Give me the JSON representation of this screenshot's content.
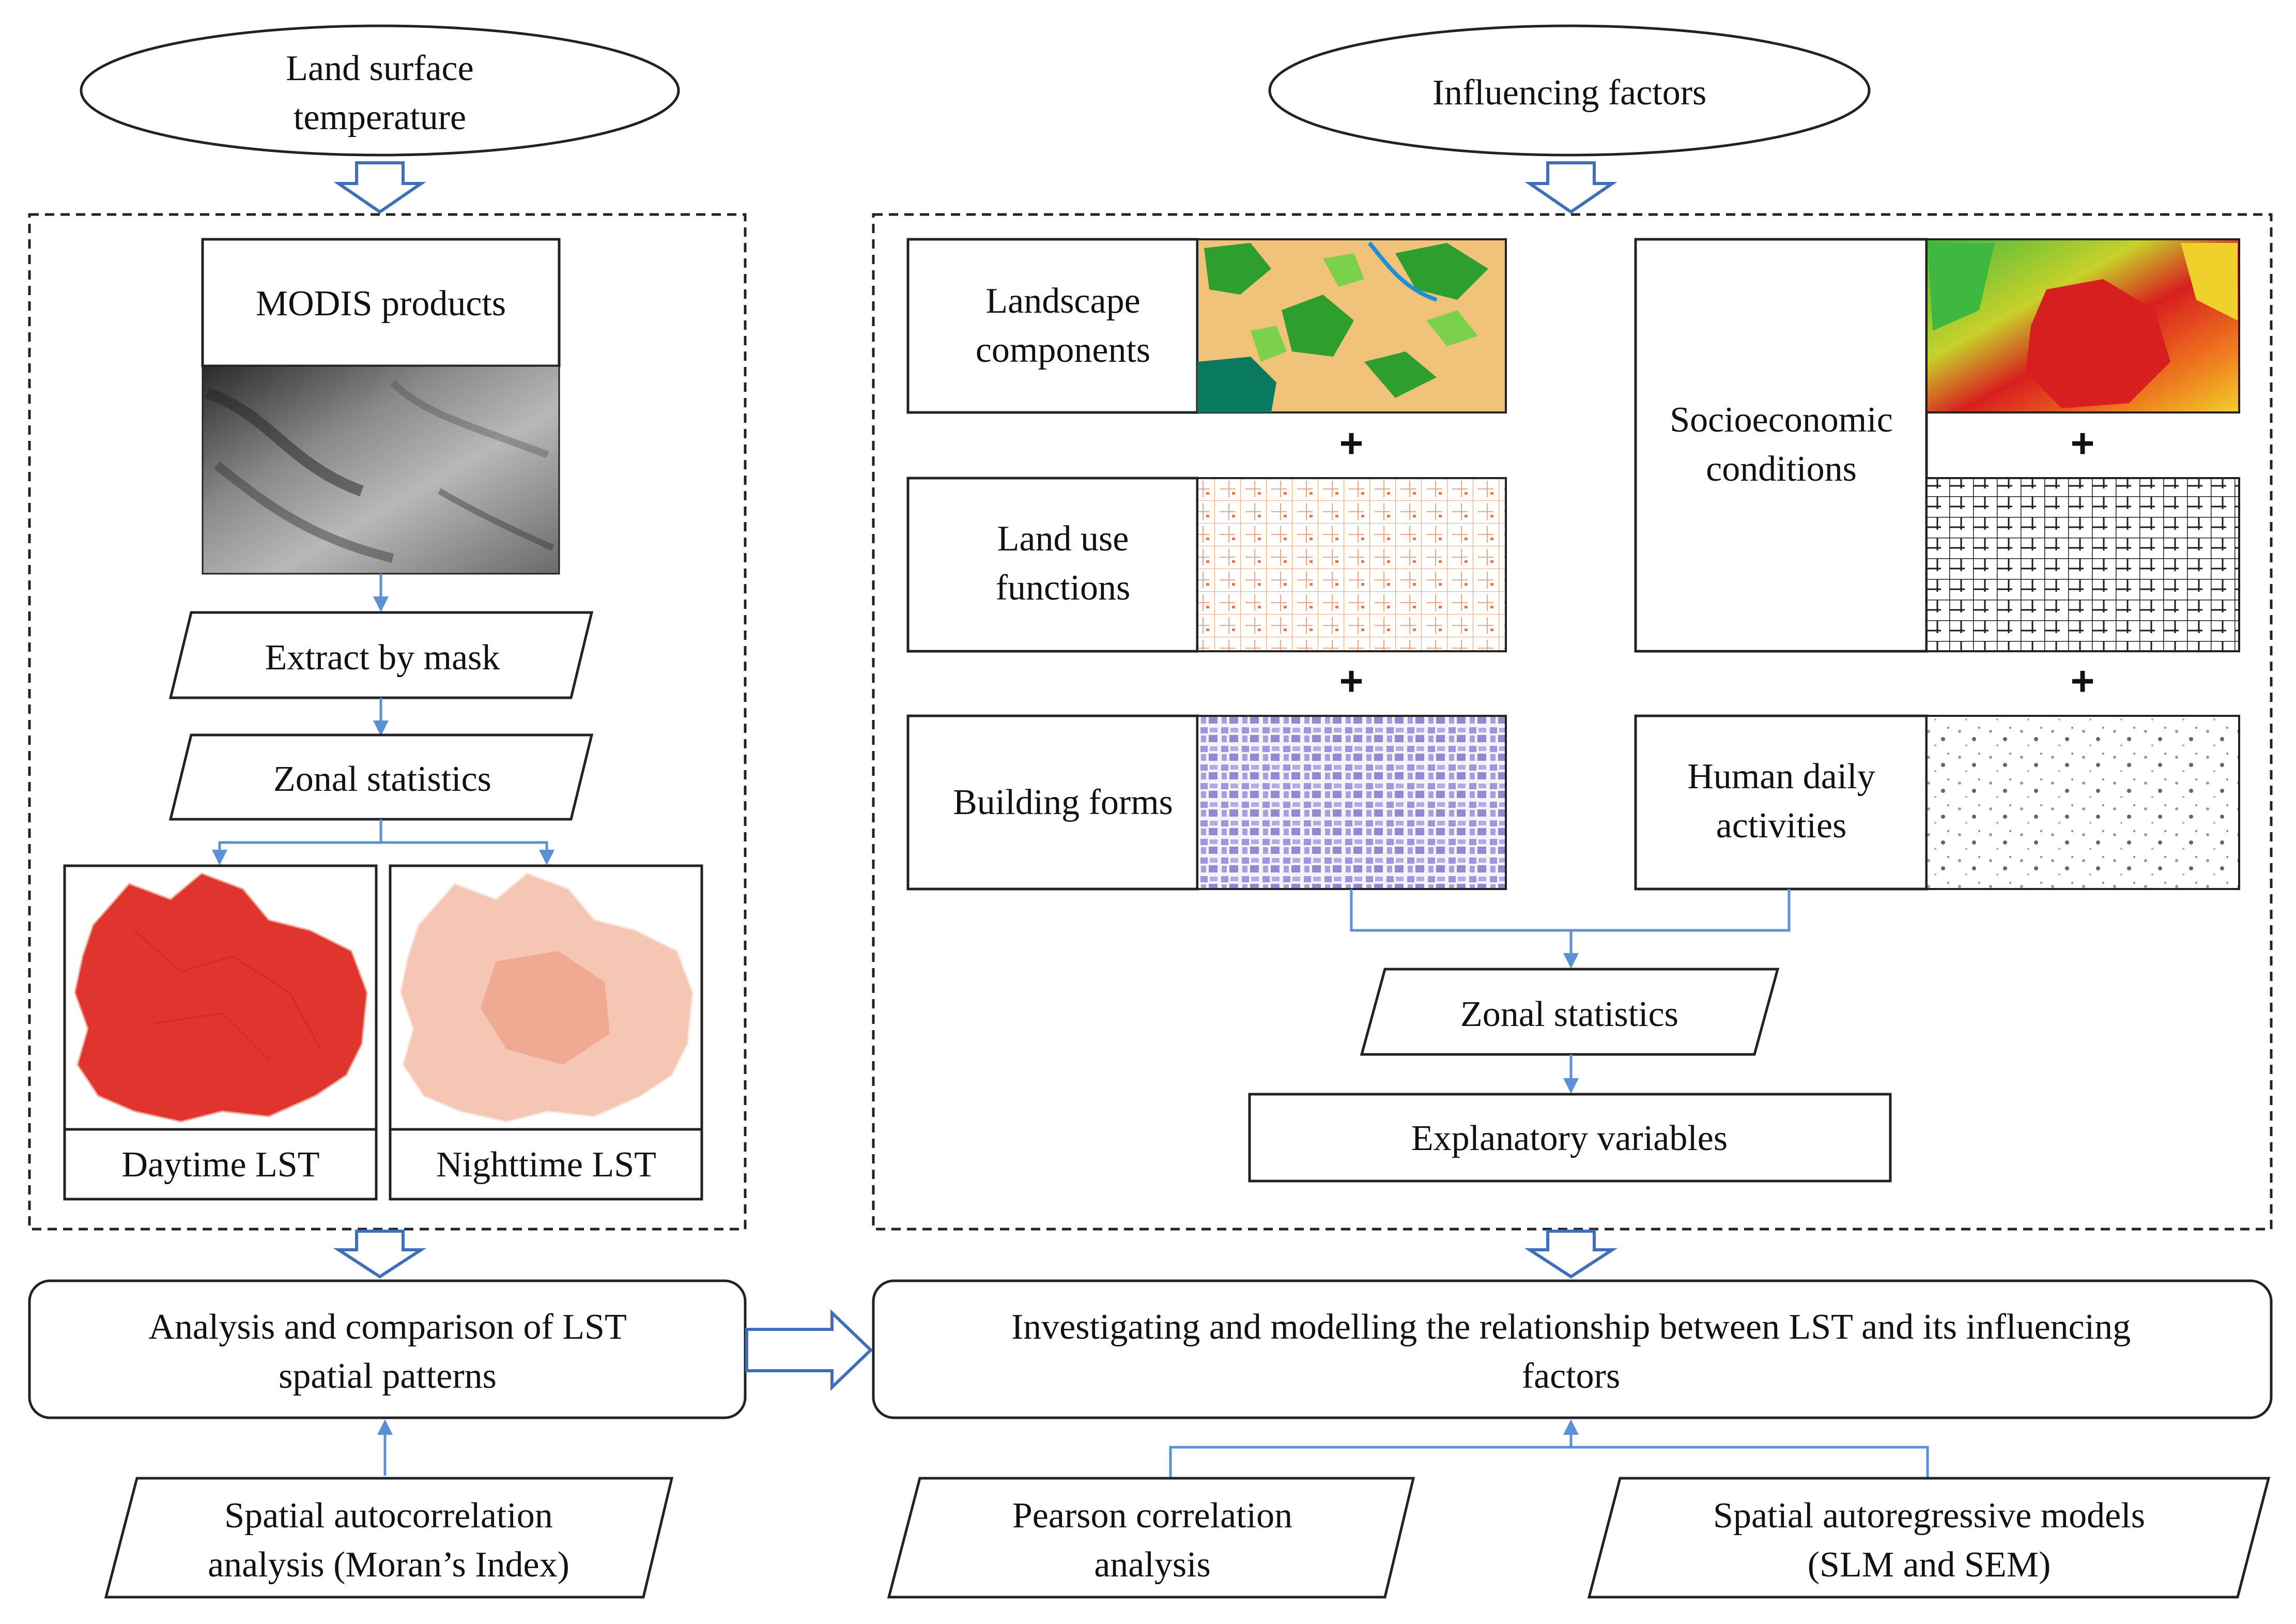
{
  "left_column": {
    "source_ellipse": [
      "Land surface",
      "temperature"
    ],
    "modis_box": "MODIS products",
    "extract": "Extract by mask",
    "zonal": "Zonal statistics",
    "day_label": "Daytime LST",
    "night_label": "Nighttime LST",
    "analysis": [
      "Analysis and comparison of LST",
      "spatial patterns"
    ],
    "method": [
      "Spatial autocorrelation",
      "analysis (Moran’s Index)"
    ]
  },
  "right_column": {
    "source_ellipse": "Influencing factors",
    "landscape": [
      "Landscape",
      "components"
    ],
    "landuse": [
      "Land use",
      "functions"
    ],
    "building": "Building forms",
    "socio": [
      "Socioeconomic",
      "conditions"
    ],
    "human": [
      "Human daily",
      "activities"
    ],
    "zonal": "Zonal statistics",
    "explanatory": "Explanatory variables",
    "model": [
      "Investigating and modelling the relationship between  LST and its influencing",
      "factors"
    ],
    "pearson": [
      "Pearson correlation",
      "analysis"
    ],
    "sar": [
      "Spatial autoregressive models",
      "(SLM and SEM)"
    ]
  },
  "plus_sign": "+",
  "colors": {
    "arrow_blue": "#5b8fd6",
    "hollow_arrow": "#3f6fb8",
    "day_map": "#e0352f",
    "night_map": "#f6c6b4",
    "landscape_green": "#2e9e2e",
    "landscape_sand": "#f0c27a",
    "socio_red": "#d81f1f",
    "landuse_orange": "#e8764a",
    "building_purple": "#8a7fd0"
  },
  "icons": [
    "hollow-down-arrow-icon",
    "hollow-right-arrow-icon",
    "plus-icon"
  ]
}
